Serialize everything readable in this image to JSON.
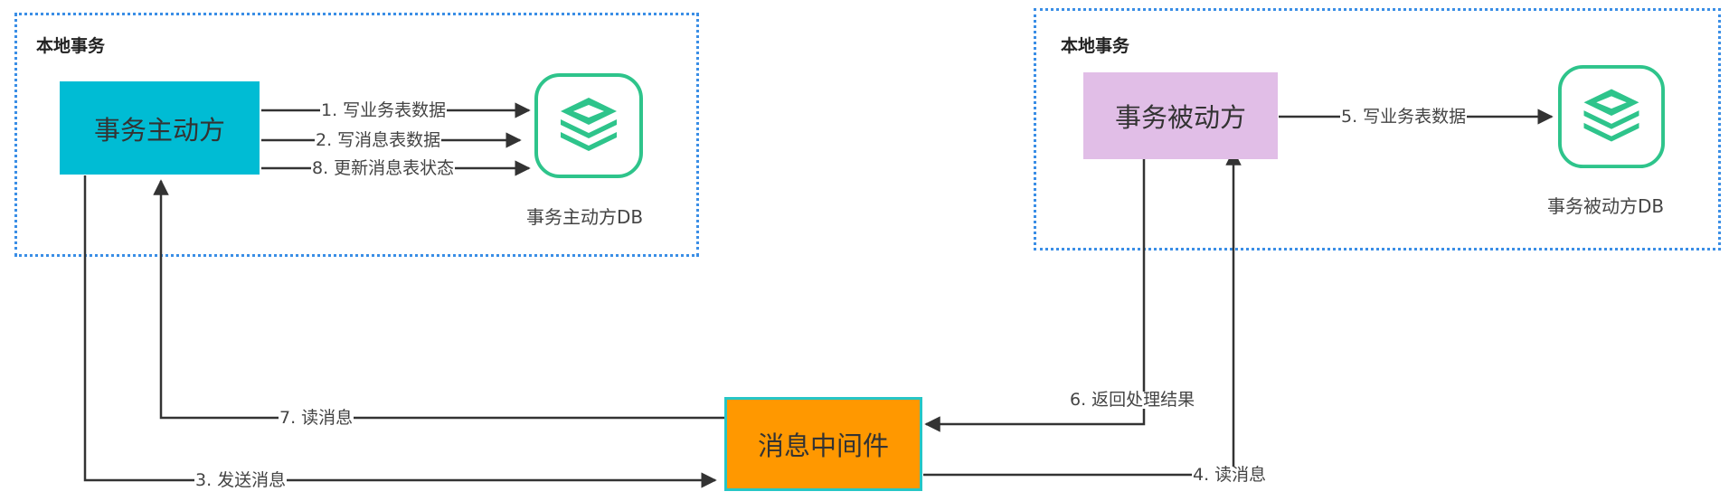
{
  "groups": {
    "left": {
      "title": "本地事务"
    },
    "right": {
      "title": "本地事务"
    }
  },
  "nodes": {
    "initiator": {
      "label": "事务主动方",
      "color": "#00bcd4"
    },
    "participant": {
      "label": "事务被动方",
      "color": "#e1bee7"
    },
    "middleware": {
      "label": "消息中间件",
      "color": "#ff9800",
      "border": "#26c6c6"
    }
  },
  "databases": {
    "initiator_db": {
      "label": "事务主动方DB",
      "icon": "database-stack-icon",
      "color": "#2ec48b"
    },
    "participant_db": {
      "label": "事务被动方DB",
      "icon": "database-stack-icon",
      "color": "#2ec48b"
    }
  },
  "edges": {
    "e1": "1. 写业务表数据",
    "e2": "2. 写消息表数据",
    "e8": "8. 更新消息表状态",
    "e5": "5. 写业务表数据",
    "e7": "7. 读消息",
    "e3": "3. 发送消息",
    "e6": "6. 返回处理结果",
    "e4": "4. 读消息"
  },
  "colors": {
    "group_border": "#3a8ee6",
    "edge": "#333333"
  }
}
